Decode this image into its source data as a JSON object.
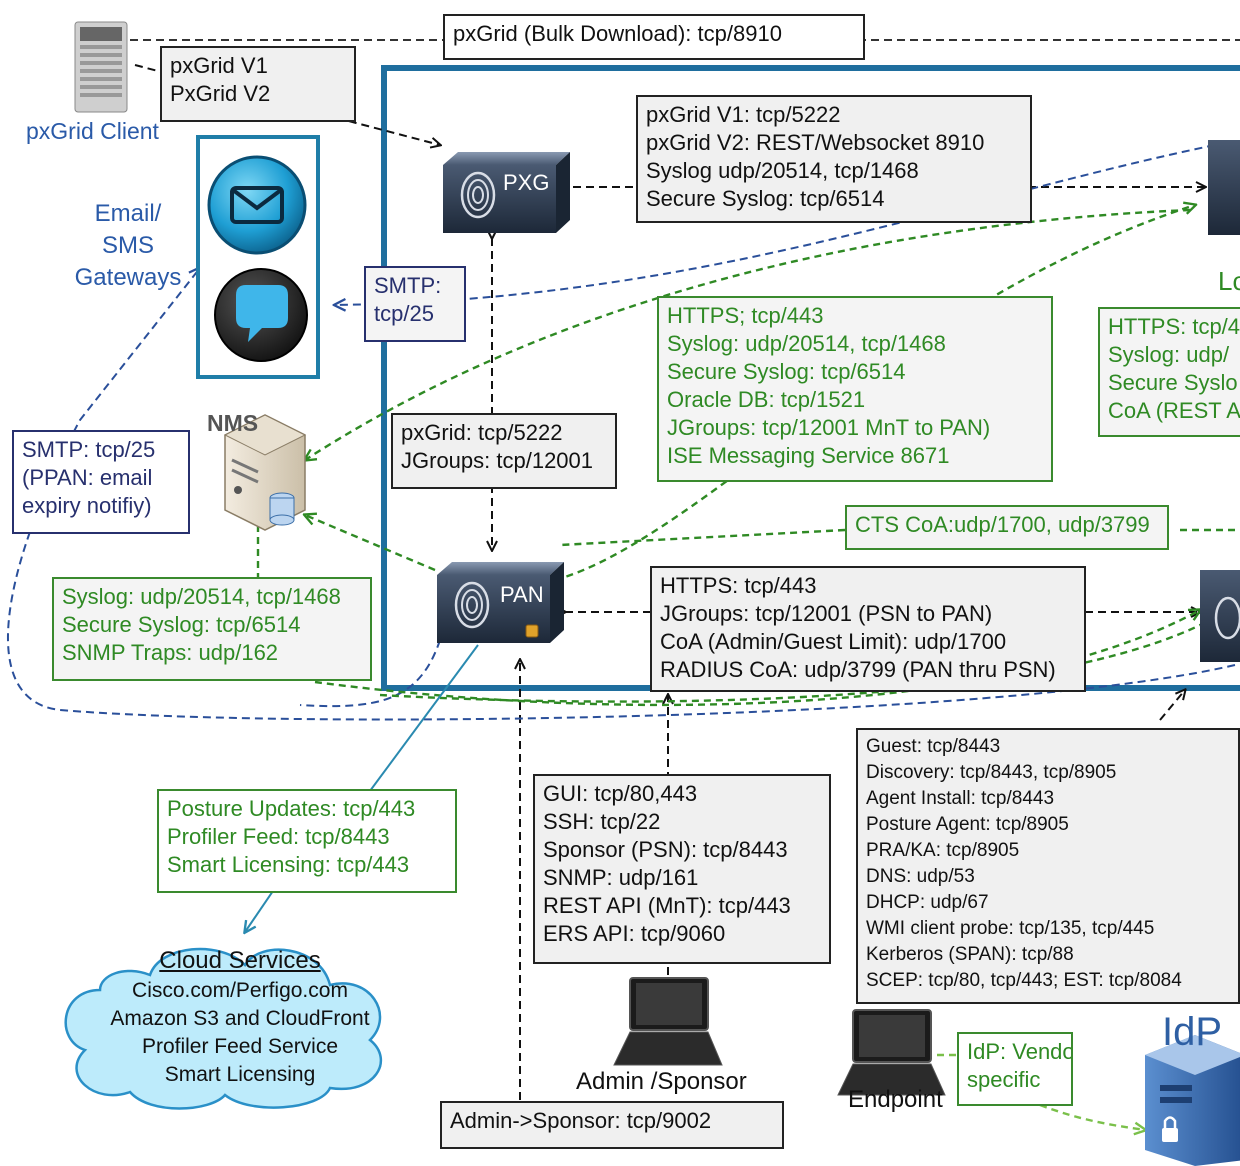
{
  "nodes": {
    "pxgrid_client": "pxGrid Client",
    "email_sms": [
      "Email/",
      "SMS",
      "Gateways"
    ],
    "nms": "NMS",
    "pxg": "PXG",
    "pan": "PAN",
    "lc_partial": "Lc",
    "cloud_title": "Cloud Services",
    "cloud_lines": [
      "Cisco.com/Perfigo.com",
      "Amazon S3 and CloudFront",
      "Profiler Feed Service",
      "Smart Licensing"
    ],
    "admin_sponsor": "Admin /Sponsor",
    "endpoint": "Endpoint",
    "idp": "IdP"
  },
  "boxes": {
    "bulk_download": [
      "pxGrid (Bulk Download): tcp/8910"
    ],
    "pxgrid_versions": [
      "pxGrid V1",
      "PxGrid V2"
    ],
    "pxg_ports": [
      "pxGrid V1: tcp/5222",
      "pxGrid V2: REST/Websocket 8910",
      "Syslog udp/20514, tcp/1468",
      "Secure Syslog: tcp/6514"
    ],
    "smtp": [
      "SMTP:",
      "tcp/25"
    ],
    "https_green": [
      "HTTPS; tcp/443",
      "Syslog: udp/20514, tcp/1468",
      "Secure Syslog: tcp/6514",
      "Oracle DB: tcp/1521",
      "JGroups: tcp/12001 MnT to PAN)",
      "ISE Messaging Service 8671"
    ],
    "right_partial": [
      "HTTPS: tcp/4",
      "Syslog: udp/",
      "Secure Syslo",
      "CoA (REST A"
    ],
    "smtp_ppan": [
      "SMTP: tcp/25",
      "(PPAN: email",
      "expiry notifiy)"
    ],
    "pxgrid_jgroups": [
      "pxGrid: tcp/5222",
      "JGroups: tcp/12001"
    ],
    "cts_coa": [
      "CTS CoA:udp/1700, udp/3799"
    ],
    "nms_syslog": [
      "Syslog: udp/20514, tcp/1468",
      "Secure Syslog: tcp/6514",
      "SNMP Traps: udp/162"
    ],
    "pan_psn": [
      "HTTPS: tcp/443",
      "JGroups: tcp/12001 (PSN to PAN)",
      "CoA (Admin/Guest Limit): udp/1700",
      "RADIUS CoA: udp/3799 (PAN thru PSN)"
    ],
    "posture": [
      "Posture Updates: tcp/443",
      "Profiler Feed: tcp/8443",
      "Smart Licensing: tcp/443"
    ],
    "admin_ports": [
      "GUI: tcp/80,443",
      "SSH: tcp/22",
      "Sponsor (PSN): tcp/8443",
      "SNMP: udp/161",
      "REST API (MnT): tcp/443",
      "ERS API: tcp/9060"
    ],
    "endpoint_ports": [
      "Guest: tcp/8443",
      "Discovery: tcp/8443, tcp/8905",
      "Agent Install: tcp/8443",
      "Posture Agent: tcp/8905",
      "PRA/KA: tcp/8905",
      "DNS: udp/53",
      "DHCP: udp/67",
      "WMI client probe: tcp/135, tcp/445",
      "Kerberos (SPAN): tcp/88",
      "SCEP: tcp/80, tcp/443; EST: tcp/8084"
    ],
    "idp_vendor": [
      "IdP: Vendor",
      "specific"
    ],
    "admin_sponsor_port": [
      "Admin->Sponsor: tcp/9002"
    ]
  },
  "colors": {
    "deployment_border": "#1f6e9e",
    "green": "#2f8a24",
    "navy": "#27306e",
    "blue_label": "#2a5aa8",
    "appliance": "#2c3a4f",
    "idp": "#2e5fa3"
  },
  "icons": [
    "server-icon",
    "email-icon",
    "chat-icon",
    "nms-server-icon",
    "pxg-appliance-icon",
    "pan-appliance-icon",
    "psn-appliance-icon",
    "laptop-icon",
    "idp-server-icon",
    "cloud-icon"
  ]
}
